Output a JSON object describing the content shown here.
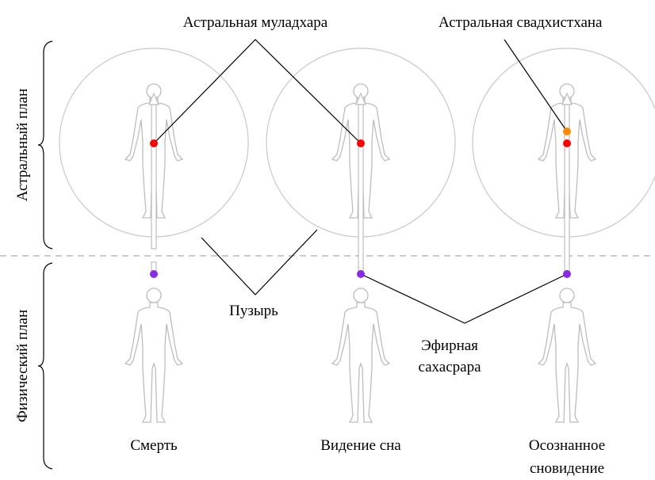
{
  "labels": {
    "astral_muladhara": "Астральная муладхара",
    "astral_svadhisthana": "Астральная свадхистхана",
    "bubble": "Пузырь",
    "etheric_sahasrara_1": "Эфирная",
    "etheric_sahasrara_2": "сахасрара"
  },
  "planes": {
    "astral": "Астральный план",
    "physical": "Физический план"
  },
  "states": [
    {
      "lines": [
        "Смерть"
      ]
    },
    {
      "lines": [
        "Видение сна"
      ]
    },
    {
      "lines": [
        "Осознанное",
        "сновидение"
      ]
    }
  ],
  "colors": {
    "muladhara": "#ff0000",
    "svadhisthana": "#ff8c00",
    "sahasrara": "#8a2be2",
    "figure": "#bdbdbd",
    "bubble": "#c8c8c8",
    "divider": "#aaaaaa",
    "leader": "#000000"
  },
  "icons": {
    "figure": "human-figure-icon"
  }
}
